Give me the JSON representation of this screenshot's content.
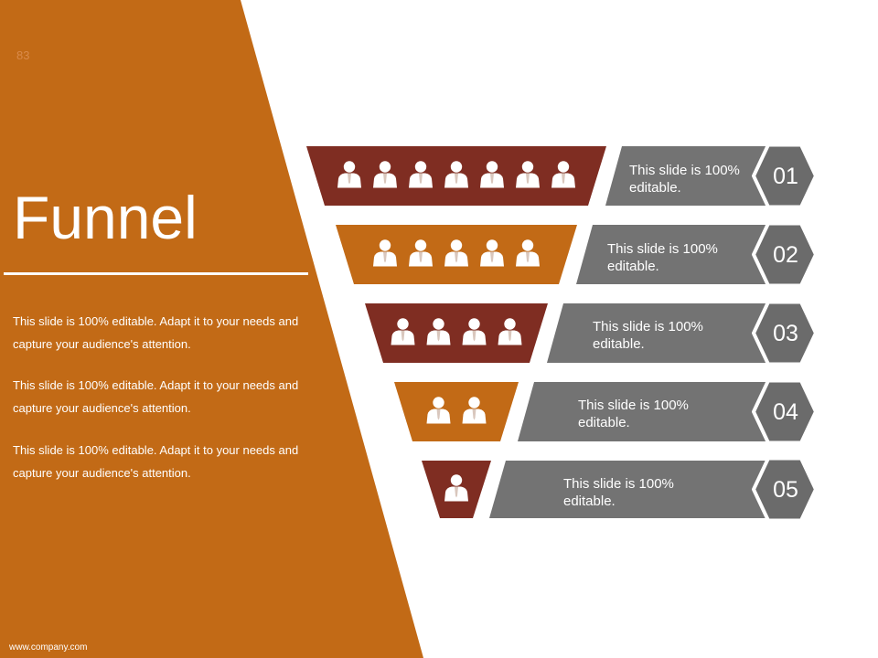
{
  "slide": {
    "number": "83",
    "title": "Funnel",
    "paragraphs": [
      "This slide is 100% editable. Adapt it to your needs and capture your audience's attention.",
      "This slide is 100% editable. Adapt it to your needs and capture your audience's attention.",
      "This slide is 100% editable. Adapt it to your needs and capture your audience's attention."
    ],
    "footer_url": "www.company.com"
  },
  "funnel": {
    "stages": [
      {
        "number": "01",
        "text": "This slide is 100% editable.",
        "people": 7,
        "color": "#7f2d22"
      },
      {
        "number": "02",
        "text": "This slide is 100% editable.",
        "people": 5,
        "color": "#c26a16"
      },
      {
        "number": "03",
        "text": "This slide is 100% editable.",
        "people": 4,
        "color": "#7f2d22"
      },
      {
        "number": "04",
        "text": "This slide is 100% editable.",
        "people": 2,
        "color": "#c26a16"
      },
      {
        "number": "05",
        "text": "This slide is 100% editable.",
        "people": 1,
        "color": "#7f2d22"
      }
    ]
  },
  "colors": {
    "panel": "#c26a16",
    "dark_red": "#7f2d22",
    "orange": "#c26a16",
    "banner_gray": "#737373",
    "hexagon_gray": "#6b6b6b",
    "white": "#ffffff"
  },
  "icons": {
    "person": "person-icon"
  }
}
